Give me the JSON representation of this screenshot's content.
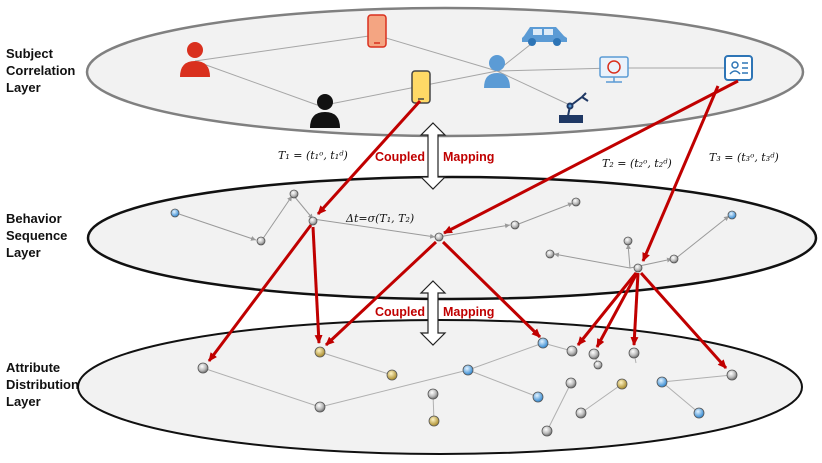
{
  "layers": [
    {
      "lines": [
        "Subject",
        "Correlation",
        "Layer"
      ]
    },
    {
      "lines": [
        "Behavior",
        "Sequence",
        "Layer"
      ]
    },
    {
      "lines": [
        "Attribute",
        "Distribution",
        "Layer"
      ]
    }
  ],
  "mapping": {
    "word1": "Coupled",
    "word2": "Mapping"
  },
  "formulas": {
    "t1": "T₁ = (t₁ᵒ, t₁ᵈ)",
    "t2": "T₂ = (t₂ᵒ, t₂ᵈ)",
    "t3": "T₃ = (t₃ᵒ, t₃ᵈ)",
    "dt": "Δt=σ(T₁, T₂)"
  },
  "colors": {
    "arrow": "#c00000",
    "node": "#8c8c8c",
    "edge": "#a6a6a6",
    "subject_red": "#d9301e",
    "subject_blue": "#5b9bd5",
    "tablet_orange": "#f4a582",
    "phone_yellow": "#ffd966"
  },
  "icons": [
    "person-red-icon",
    "tablet-icon",
    "car-icon",
    "person-black-icon",
    "phone-icon",
    "person-blue-icon",
    "chip-icon",
    "id-card-icon",
    "robot-arm-icon"
  ]
}
